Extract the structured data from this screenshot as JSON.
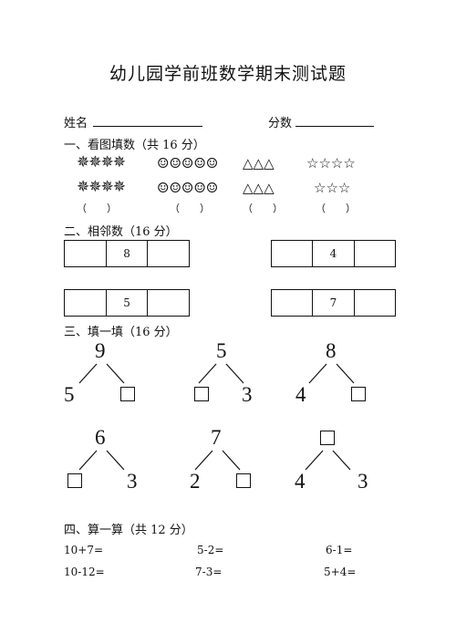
{
  "title": "幼儿园学前班数学期末测试题",
  "header": {
    "name_label": "姓名",
    "score_label": "分数"
  },
  "section1": {
    "heading": "一、看图填数（共 16 分）",
    "rows": [
      [
        "✵✵✵✵",
        "☺☺☺☺☺",
        "△△△",
        "☆☆☆☆"
      ],
      [
        "✵✵✵✵",
        "☺☺☺☺☺",
        "△△△",
        "☆☆☆"
      ]
    ],
    "parens": [
      "（　　）",
      "（　　）",
      "（　　）",
      "（　　）"
    ]
  },
  "section2": {
    "heading": "二、相邻数（16 分）",
    "boxes": [
      [
        "",
        "8",
        ""
      ],
      [
        "",
        "4",
        ""
      ],
      [
        "",
        "5",
        ""
      ],
      [
        "",
        "7",
        ""
      ]
    ]
  },
  "section3": {
    "heading": "三、填一填（16 分）",
    "trees": [
      {
        "top": "9",
        "left": "5",
        "right": ""
      },
      {
        "top": "5",
        "left": "",
        "right": "3"
      },
      {
        "top": "8",
        "left": "4",
        "right": ""
      },
      {
        "top": "6",
        "left": "",
        "right": "3"
      },
      {
        "top": "7",
        "left": "2",
        "right": ""
      },
      {
        "top": "",
        "left": "4",
        "right": "3"
      }
    ]
  },
  "section4": {
    "heading": "四、算一算（共 12 分）",
    "rows": [
      [
        "10+7=",
        "5-2=",
        "6-1="
      ],
      [
        "10-12=",
        "7-3=",
        "5+4="
      ]
    ]
  }
}
